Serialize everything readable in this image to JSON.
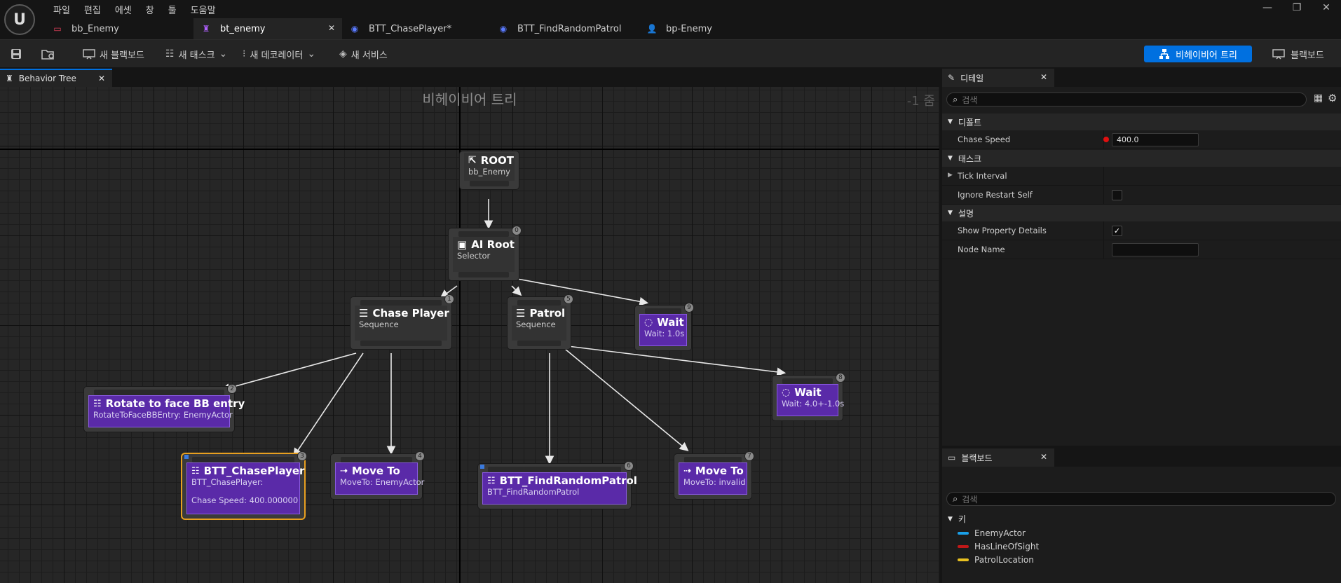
{
  "menu": [
    "파일",
    "편집",
    "에셋",
    "창",
    "툴",
    "도움말"
  ],
  "window_controls": {
    "minimize": "—",
    "restore": "❐",
    "close": "✕"
  },
  "tabs": [
    {
      "label": "bb_Enemy",
      "icon": "▭",
      "icon_color": "#e0405a",
      "active": false
    },
    {
      "label": "bt_enemy",
      "icon": "♜",
      "icon_color": "#b060ff",
      "active": true,
      "close": "✕"
    },
    {
      "label": "BTT_ChasePlayer*",
      "icon": "◉",
      "icon_color": "#5a7aff",
      "active": false
    },
    {
      "label": "BTT_FindRandomPatrol",
      "icon": "◉",
      "icon_color": "#5a7aff",
      "active": false
    },
    {
      "label": "bp-Enemy",
      "icon": "👤",
      "icon_color": "#5a8aff",
      "active": false
    }
  ],
  "toolbar": {
    "new_blackboard": "새 블랙보드",
    "new_task": "새 태스크",
    "new_decorator": "새 데코레이터",
    "new_service": "새 서비스",
    "behavior_tree": "비헤이비어 트리",
    "blackboard": "블랙보드"
  },
  "graph": {
    "tab_label": "Behavior Tree",
    "title": "비헤이비어 트리",
    "zoom": "-1 줌"
  },
  "nodes": {
    "root": {
      "title": "ROOT",
      "sub": "bb_Enemy"
    },
    "ai_root": {
      "title": "AI Root",
      "sub": "Selector",
      "index": "0"
    },
    "chase_player": {
      "title": "Chase Player",
      "sub": "Sequence",
      "index": "1"
    },
    "patrol": {
      "title": "Patrol",
      "sub": "Sequence",
      "index": "5"
    },
    "wait1": {
      "title": "Wait",
      "sub": "Wait: 1.0s",
      "index": "9"
    },
    "rotate": {
      "title": "Rotate to face BB entry",
      "sub": "RotateToFaceBBEntry: EnemyActor",
      "index": "2"
    },
    "btt_chase": {
      "title": "BTT_ChasePlayer",
      "sub": "BTT_ChasePlayer:",
      "sub2": "Chase Speed: 400.000000",
      "index": "3"
    },
    "move_to1": {
      "title": "Move To",
      "sub": "MoveTo: EnemyActor",
      "index": "4"
    },
    "btt_find": {
      "title": "BTT_FindRandomPatrol",
      "sub": "BTT_FindRandomPatrol",
      "index": "6"
    },
    "move_to2": {
      "title": "Move To",
      "sub": "MoveTo: invalid",
      "index": "7"
    },
    "wait2": {
      "title": "Wait",
      "sub": "Wait: 4.0+-1.0s",
      "index": "8"
    }
  },
  "details": {
    "tab_label": "디테일",
    "search_placeholder": "검색",
    "cat_default": "디폴트",
    "chase_speed_label": "Chase Speed",
    "chase_speed_value": "400.0",
    "cat_task": "태스크",
    "tick_interval_label": "Tick Interval",
    "ignore_restart_label": "Ignore Restart Self",
    "cat_description": "설명",
    "show_property_label": "Show Property Details",
    "node_name_label": "Node Name",
    "node_name_value": ""
  },
  "blackboard": {
    "tab_label": "블랙보드",
    "search_placeholder": "검색",
    "keys_label": "키",
    "keys": [
      {
        "name": "EnemyActor",
        "color": "#1aa0e8"
      },
      {
        "name": "HasLineOfSight",
        "color": "#c01818"
      },
      {
        "name": "PatrolLocation",
        "color": "#e8c020"
      }
    ]
  }
}
